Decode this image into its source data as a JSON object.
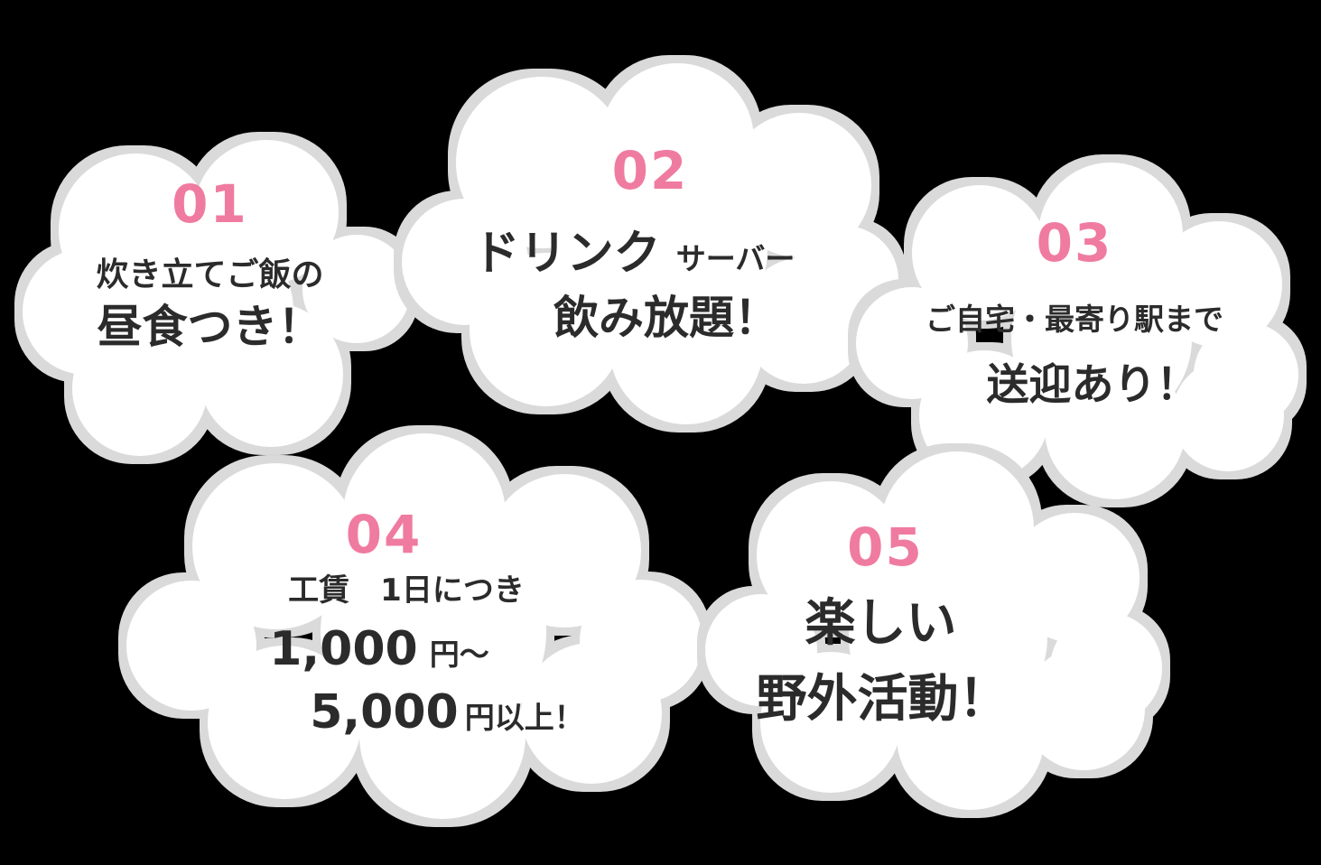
{
  "colors": {
    "background": "#000000",
    "cloud_fill": "#ffffff",
    "cloud_outline": "#dadada",
    "number_pink": "#f07ba0",
    "text_dark": "#2b2b2b"
  },
  "clouds": [
    {
      "number": "01",
      "line1": "炊き立てご飯の",
      "line2": "昼食つき！"
    },
    {
      "number": "02",
      "line1_big": "ドリンク",
      "line1_small": "サーバー",
      "line2": "飲み放題！"
    },
    {
      "number": "03",
      "line1": "ご自宅・最寄り駅まで",
      "line2": "送迎あり！"
    },
    {
      "number": "04",
      "line1": "工賃　1日につき",
      "price_from_value": "1,000",
      "price_from_unit": "円〜",
      "price_to_value": "5,000",
      "price_to_unit": "円以上！"
    },
    {
      "number": "05",
      "line1": "楽しい",
      "line2": "野外活動！"
    }
  ]
}
